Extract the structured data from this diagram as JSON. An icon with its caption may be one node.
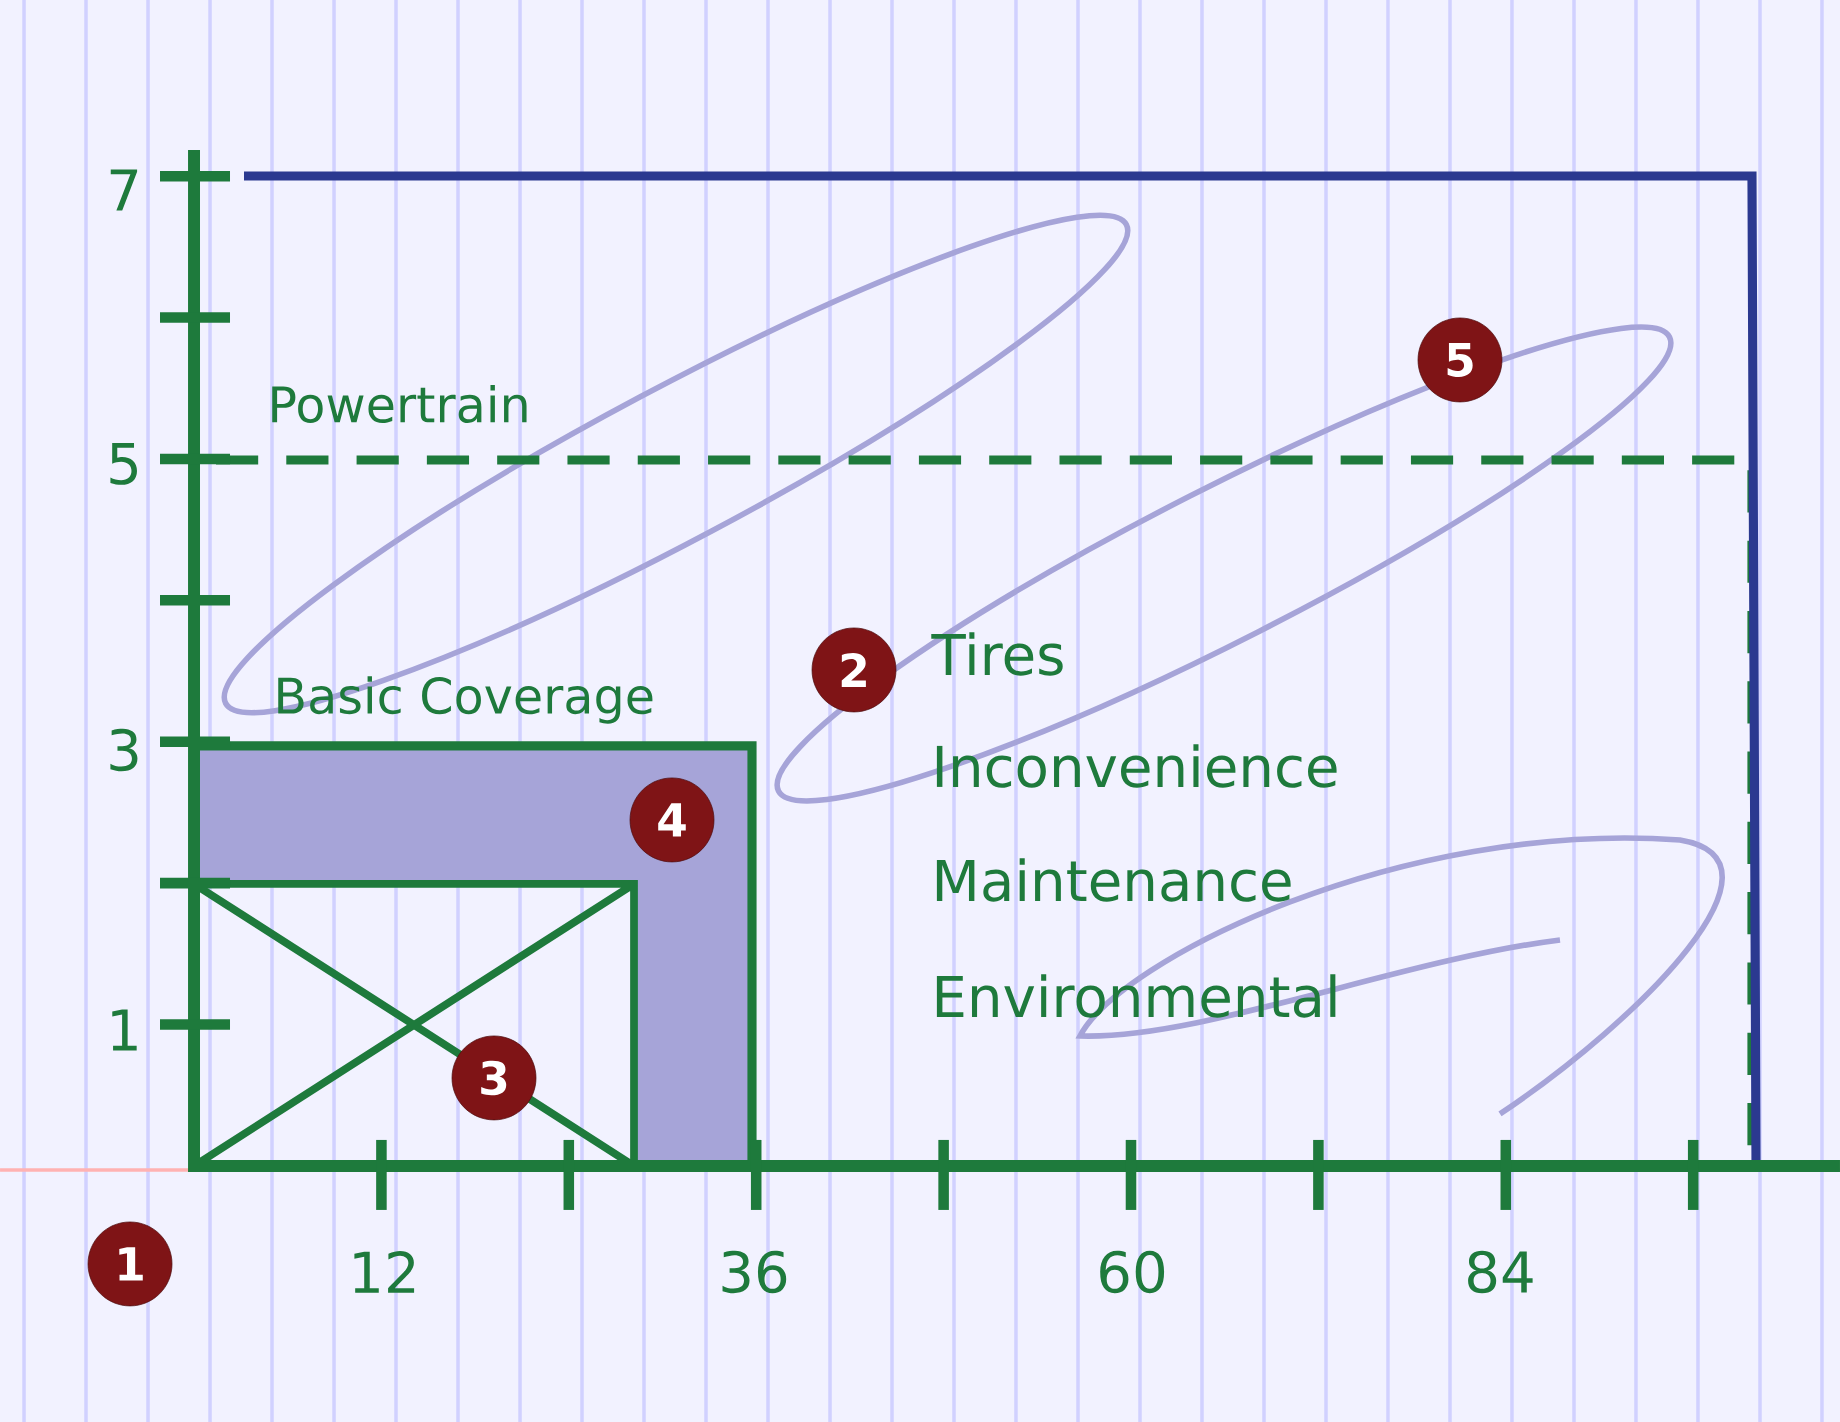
{
  "diagram": {
    "labels": [
      "7",
      "5",
      "Powertrain",
      "5",
      "Basic Coverage",
      "2",
      "Tires",
      "3",
      "Inconvenience",
      "4",
      "Maintenance",
      "1",
      "Environmental",
      "3",
      "1",
      "12",
      "36",
      "60",
      "84"
    ]
  }
}
